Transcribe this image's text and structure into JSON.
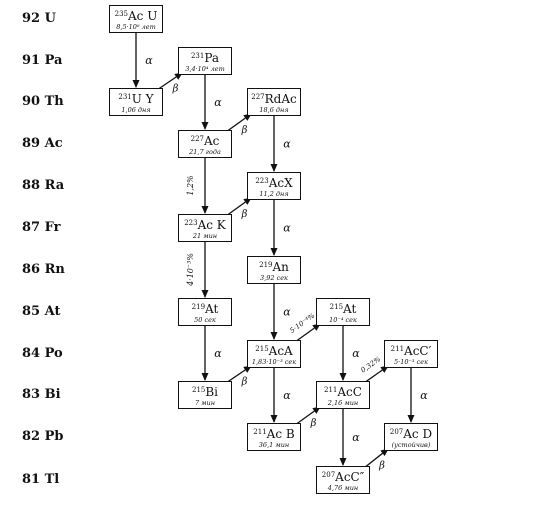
{
  "elements": [
    {
      "id": "u",
      "label": "92 U"
    },
    {
      "id": "pa",
      "label": "91 Pa"
    },
    {
      "id": "th",
      "label": "90 Th"
    },
    {
      "id": "ac",
      "label": "89 Ac"
    },
    {
      "id": "ra",
      "label": "88 Ra"
    },
    {
      "id": "fr",
      "label": "87 Fr"
    },
    {
      "id": "rn",
      "label": "86 Rn"
    },
    {
      "id": "at",
      "label": "85 At"
    },
    {
      "id": "po",
      "label": "84 Po"
    },
    {
      "id": "bi",
      "label": "83 Bi"
    },
    {
      "id": "pb",
      "label": "82 Pb"
    },
    {
      "id": "tl",
      "label": "81 Tl"
    }
  ],
  "nuclides": [
    {
      "id": "acu",
      "mass": "235",
      "name": "Ac U",
      "halflife": "8,5·10⁸ лет"
    },
    {
      "id": "pa231",
      "mass": "231",
      "name": "Pa",
      "halflife": "3,4·10⁴ лет"
    },
    {
      "id": "uy",
      "mass": "231",
      "name": "U Y",
      "halflife": "1,06 дня"
    },
    {
      "id": "rdac",
      "mass": "227",
      "name": "RdAc",
      "halflife": "18,6 дня"
    },
    {
      "id": "ac227",
      "mass": "227",
      "name": "Ac",
      "halflife": "21,7 года"
    },
    {
      "id": "acx",
      "mass": "223",
      "name": "AcX",
      "halflife": "11,2 дня"
    },
    {
      "id": "ack",
      "mass": "223",
      "name": "Ac K",
      "halflife": "21 мин"
    },
    {
      "id": "an",
      "mass": "219",
      "name": "An",
      "halflife": "3,92 сек"
    },
    {
      "id": "at219",
      "mass": "219",
      "name": "At",
      "halflife": "50 сек"
    },
    {
      "id": "at215",
      "mass": "215",
      "name": "At",
      "halflife": "10⁻⁴ сек"
    },
    {
      "id": "aca",
      "mass": "215",
      "name": "AcA",
      "halflife": "1,83·10⁻³ сек"
    },
    {
      "id": "accp",
      "mass": "211",
      "name": "AcC′",
      "halflife": "5·10⁻³ сек"
    },
    {
      "id": "bi215",
      "mass": "215",
      "name": "Bi",
      "halflife": "7 мин"
    },
    {
      "id": "acc",
      "mass": "211",
      "name": "AcC",
      "halflife": "2,16 мин"
    },
    {
      "id": "acb",
      "mass": "211",
      "name": "Ac B",
      "halflife": "36,1 мин"
    },
    {
      "id": "acd",
      "mass": "207",
      "name": "Ac D",
      "halflife": "(устойчив)"
    },
    {
      "id": "accpp",
      "mass": "207",
      "name": "AcC″",
      "halflife": "4,76 мин"
    }
  ],
  "decays": [
    {
      "from": "acu",
      "to": "uy",
      "label": "α"
    },
    {
      "from": "uy",
      "to": "pa231",
      "label": "β"
    },
    {
      "from": "pa231",
      "to": "ac227",
      "label": "α"
    },
    {
      "from": "ac227",
      "to": "rdac",
      "label": "β"
    },
    {
      "from": "rdac",
      "to": "acx",
      "label": "α"
    },
    {
      "from": "ac227",
      "to": "ack",
      "label": "1,2%"
    },
    {
      "from": "ack",
      "to": "acx",
      "label": "β"
    },
    {
      "from": "acx",
      "to": "an",
      "label": "α"
    },
    {
      "from": "ack",
      "to": "at219",
      "label": "4·10⁻³%"
    },
    {
      "from": "an",
      "to": "aca",
      "label": "α"
    },
    {
      "from": "at219",
      "to": "bi215",
      "label": "α"
    },
    {
      "from": "aca",
      "to": "at215",
      "label": "5·10⁻⁴%"
    },
    {
      "from": "at215",
      "to": "acc",
      "label": "α"
    },
    {
      "from": "bi215",
      "to": "aca",
      "label": "β"
    },
    {
      "from": "aca",
      "to": "acb",
      "label": "α"
    },
    {
      "from": "acb",
      "to": "acc",
      "label": "β"
    },
    {
      "from": "acc",
      "to": "accp",
      "label": "0,32%"
    },
    {
      "from": "accp",
      "to": "acd",
      "label": "α"
    },
    {
      "from": "acc",
      "to": "accpp",
      "label": "α"
    },
    {
      "from": "accpp",
      "to": "acd",
      "label": "β"
    }
  ]
}
